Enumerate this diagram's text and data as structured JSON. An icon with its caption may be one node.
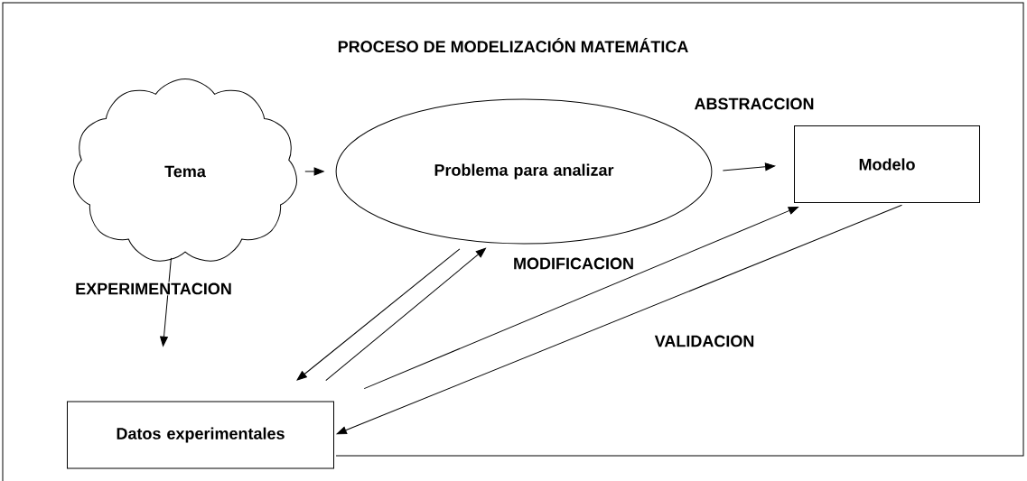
{
  "diagram": {
    "title": "PROCESO DE MODELIZACIÓN MATEMÁTICA",
    "nodes": [
      {
        "text": [
          "Tema"
        ]
      },
      {
        "text": [
          "Problema para analizar"
        ]
      },
      {
        "text": [
          "Modelo"
        ]
      },
      {
        "text": [
          "Datos experimentales"
        ]
      }
    ],
    "edges": [
      {
        "from": 0,
        "to": 1,
        "arrow": "to"
      },
      {
        "from": 1,
        "to": 2,
        "arrow": "to"
      },
      {
        "from": 0,
        "to": 3,
        "arrow": "to"
      },
      {
        "from": 1,
        "to": 3,
        "arrow": "to"
      },
      {
        "from": 3,
        "to": 1,
        "arrow": "to"
      },
      {
        "from": 3,
        "to": 2,
        "arrow": "to"
      },
      {
        "from": 2,
        "to": 3,
        "arrow": "to"
      }
    ],
    "labels": [
      "ABSTRACCION",
      "EXPERIMENTACION",
      "MODIFICACION",
      "VALIDACION"
    ]
  }
}
